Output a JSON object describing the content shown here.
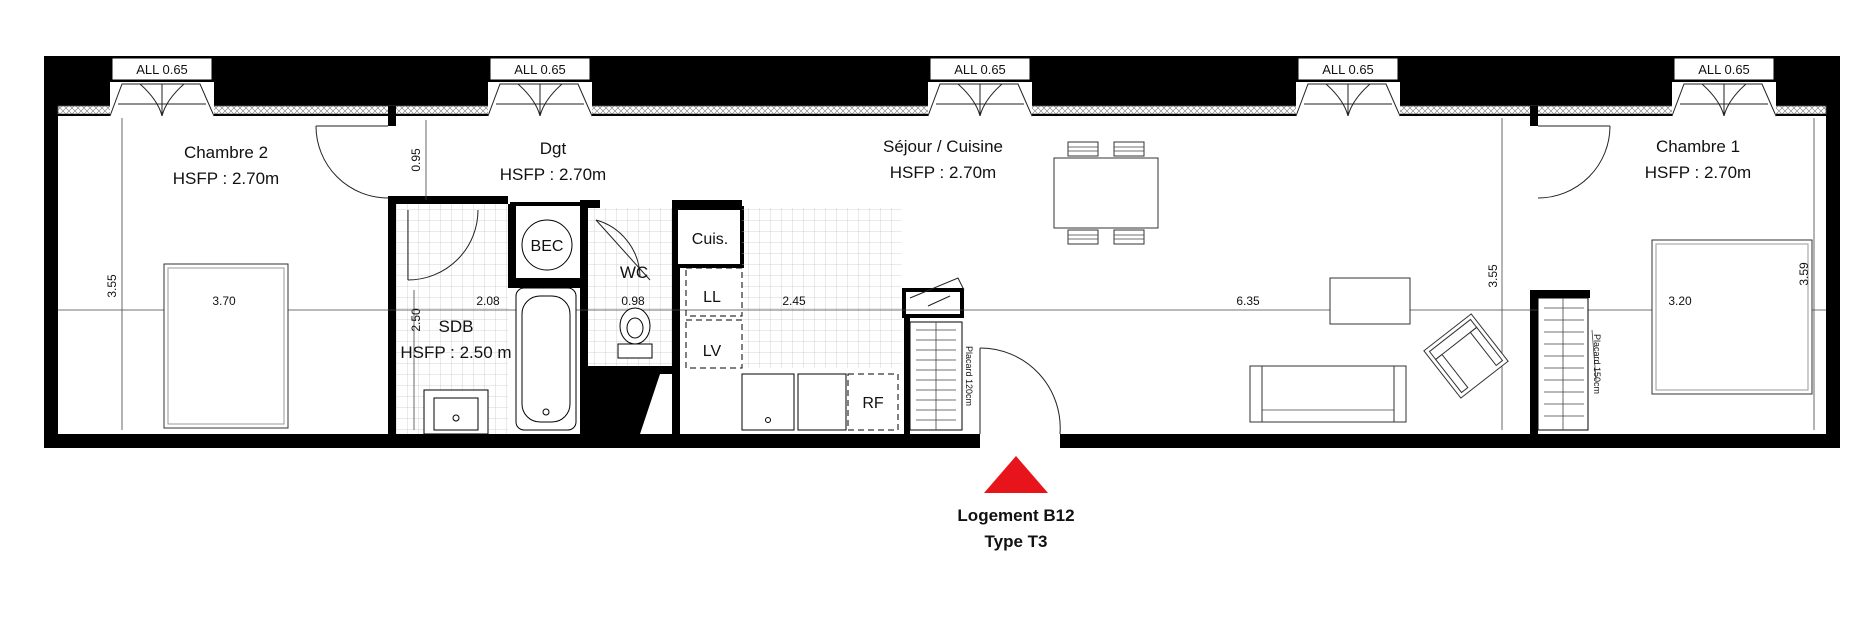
{
  "plan": {
    "windows": [
      "ALL 0.65",
      "ALL 0.65",
      "ALL 0.65",
      "ALL 0.65",
      "ALL 0.65"
    ],
    "rooms": {
      "chambre2": {
        "name": "Chambre 2",
        "height": "HSFP : 2.70m"
      },
      "dgt": {
        "name": "Dgt",
        "height": "HSFP : 2.70m"
      },
      "sejour": {
        "name": "Séjour / Cuisine",
        "height": "HSFP : 2.70m"
      },
      "chambre1": {
        "name": "Chambre 1",
        "height": "HSFP : 2.70m"
      },
      "sdb": {
        "name": "SDB",
        "height": "HSFP : 2.50 m"
      },
      "wc": {
        "name": "WC"
      }
    },
    "fixtures": {
      "bec": "BEC",
      "cuis": "Cuis.",
      "ll": "LL",
      "lv": "LV",
      "rf": "RF",
      "placard_120": "Placard 120cm",
      "placard_150": "Placard 150cm"
    },
    "dimensions": {
      "ch2_height": "3.55",
      "ch2_width": "3.70",
      "dgt_depth": "0.95",
      "sdb_width": "2.08",
      "sdb_depth": "2.50",
      "wc_width": "0.98",
      "cuisine_width": "2.45",
      "sejour_width": "6.35",
      "sejour_height": "3.55",
      "ch1_width": "3.20",
      "ch1_height": "3.59"
    },
    "caption": {
      "line1": "Logement B12",
      "line2": "Type T3"
    }
  },
  "colors": {
    "wall": "#000000",
    "entrance_marker": "#e8141b",
    "tile_grid": "#c8c8c8"
  }
}
